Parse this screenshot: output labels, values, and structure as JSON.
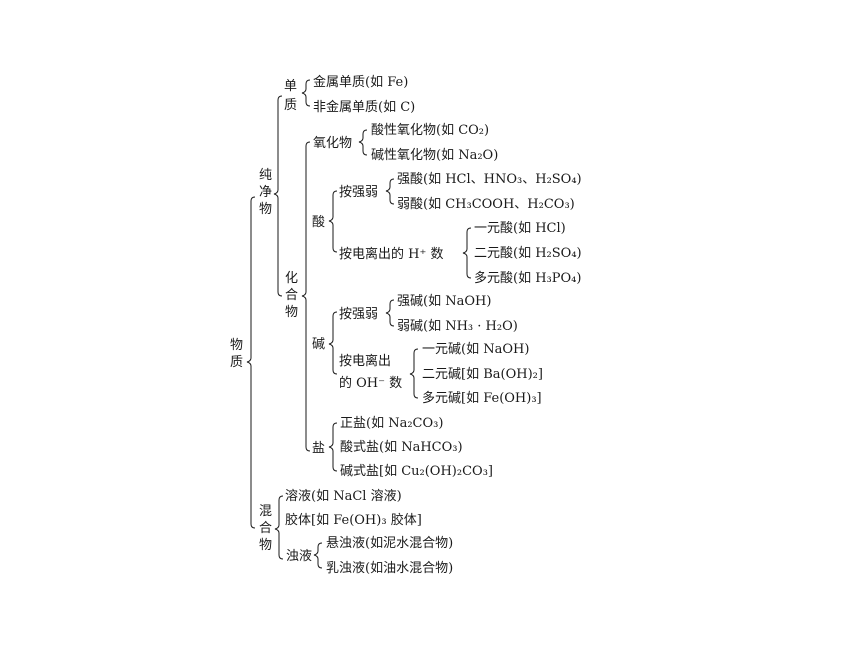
{
  "tree": {
    "root": "物质",
    "pure": {
      "label": "纯净物",
      "element": {
        "label": "单质",
        "metal": "金属单质(如 Fe)",
        "nonmetal": "非金属单质(如 C)"
      },
      "compound": {
        "label": "化合物",
        "oxide": {
          "label": "氧化物",
          "acidic": "酸性氧化物(如 CO₂)",
          "basic": "碱性氧化物(如 Na₂O)"
        },
        "acid": {
          "label": "酸",
          "by_strength": {
            "label": "按强弱",
            "strong": "强酸(如 HCl、HNO₃、H₂SO₄)",
            "weak": "弱酸(如 CH₃COOH、H₂CO₃)"
          },
          "by_h": {
            "label": "按电离出的 H⁺ 数",
            "mono": "一元酸(如 HCl)",
            "di": "二元酸(如 H₂SO₄)",
            "poly": "多元酸(如 H₃PO₄)"
          }
        },
        "base": {
          "label": "碱",
          "by_strength": {
            "label": "按强弱",
            "strong": "强碱(如 NaOH)",
            "weak": "弱碱(如 NH₃ · H₂O)"
          },
          "by_oh": {
            "label_line1": "按电离出",
            "label_line2": "的 OH⁻ 数",
            "mono": "一元碱(如 NaOH)",
            "di": "二元碱[如 Ba(OH)₂]",
            "poly": "多元碱[如 Fe(OH)₃]"
          }
        },
        "salt": {
          "label": "盐",
          "normal": "正盐(如 Na₂CO₃)",
          "acid": "酸式盐(如 NaHCO₃)",
          "basic": "碱式盐[如 Cu₂(OH)₂CO₃]"
        }
      }
    },
    "mixture": {
      "label": "混合物",
      "solution": "溶液(如 NaCl 溶液)",
      "colloid": "胶体[如 Fe(OH)₃ 胶体]",
      "turbid": {
        "label": "浊液",
        "suspension": "悬浊液(如泥水混合物)",
        "emulsion": "乳浊液(如油水混合物)"
      }
    }
  }
}
